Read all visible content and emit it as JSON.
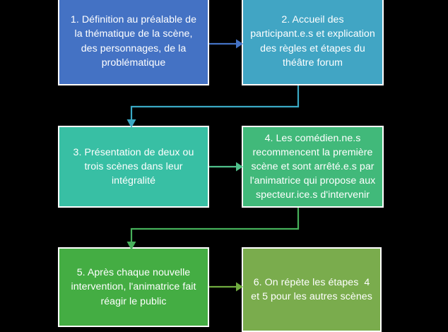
{
  "diagram": {
    "title_visible": false,
    "background_color": "#000000",
    "nodes": [
      {
        "id": "node1",
        "number": "1",
        "text": "1. Définition au préalable de la thématique de la scène, des personnages, de la problématique",
        "color": "#4472c4",
        "text_color": "#ffffff"
      },
      {
        "id": "node2",
        "number": "2",
        "text": "2. Accueil des participant.e.s et explication des règles et étapes du théâtre forum",
        "color": "#41a5c4",
        "text_color": "#ffffff"
      },
      {
        "id": "node3",
        "number": "3",
        "text": "3. Présentation de deux ou trois scènes dans leur intégralité",
        "color": "#38bfa4",
        "text_color": "#ffffff"
      },
      {
        "id": "node4",
        "number": "4",
        "text": "4. Les comédien.ne.s recommencent la première scène et sont arrêté.e.s par l'animatrice qui propose aux specteur.ice.s d'intervenir",
        "color": "#41b97a",
        "text_color": "#ffffff"
      },
      {
        "id": "node5",
        "number": "5",
        "text": "5. Après chaque nouvelle intervention, l'animatrice fait réagir le public",
        "color": "#44ad43",
        "text_color": "#ffffff"
      },
      {
        "id": "node6",
        "number": "6",
        "text": "6. On répète les étapes  4 et 5 pour les autres scènes",
        "color": "#7aac4d",
        "text_color": "#ffffff"
      }
    ],
    "connectors": [
      {
        "id": "conn-1-2",
        "from": "node1",
        "to": "node2",
        "shape": "straight-right",
        "color": "#4472c4"
      },
      {
        "id": "conn-2-3",
        "from": "node2",
        "to": "node3",
        "shape": "elbow-down-left",
        "color": "#3aa9c4"
      },
      {
        "id": "conn-3-4",
        "from": "node3",
        "to": "node4",
        "shape": "straight-right",
        "color": "#4fbf8a"
      },
      {
        "id": "conn-4-5",
        "from": "node4",
        "to": "node5",
        "shape": "elbow-down-left",
        "color": "#46b05a"
      },
      {
        "id": "conn-5-6",
        "from": "node5",
        "to": "node6",
        "shape": "straight-right",
        "color": "#6faa3f"
      }
    ]
  }
}
